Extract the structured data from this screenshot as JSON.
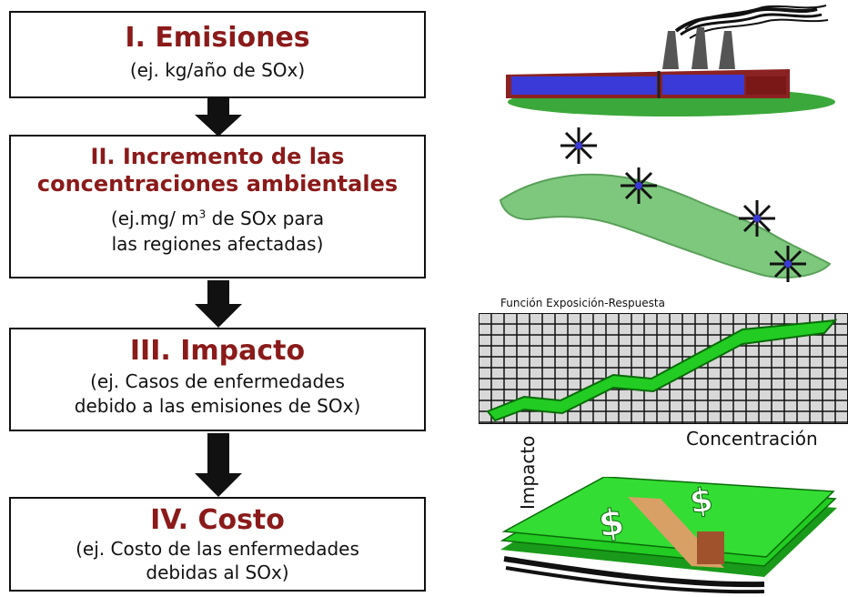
{
  "steps": [
    {
      "title": "I. Emisiones",
      "desc": "(ej. kg/año de SOx)"
    },
    {
      "title_line1": "II. Incremento de las",
      "title_line2": "concentraciones ambientales",
      "desc_line1_a": "(ej.mg/ m",
      "desc_line1_sup": "3",
      "desc_line1_b": " de SOx para",
      "desc_line2": "las regiones afectadas)"
    },
    {
      "title": "III. Impacto",
      "desc_line1": "(ej. Casos de enfermedades",
      "desc_line2": "debido a las emisiones de SOx)"
    },
    {
      "title": "IV. Costo",
      "desc_line1": "(ej. Costo de las enfermedades",
      "desc_line2": "debidas al SOx)"
    }
  ],
  "graph": {
    "title": "Función Exposición-Respuesta",
    "x_label": "Concentración",
    "y_label": "Impacto"
  },
  "colors": {
    "title_red": "#8b1a1a",
    "grid_line": "#111111",
    "grid_bg": "#d8d8d8",
    "money_green": "#22cc22",
    "factory_blue": "#3a3ad8",
    "factory_red": "#8b2222",
    "map_green": "#7ec87e"
  }
}
